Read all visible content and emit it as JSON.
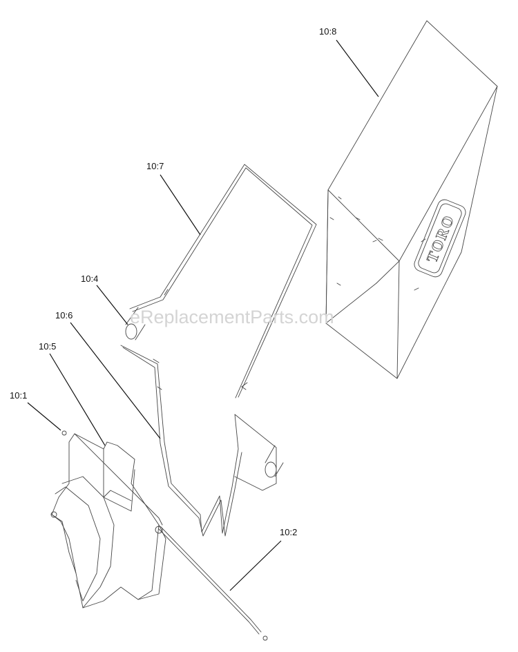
{
  "callouts": {
    "c10_8": "10:8",
    "c10_7": "10:7",
    "c10_4": "10:4",
    "c10_6": "10:6",
    "c10_5": "10:5",
    "c10_1": "10:1",
    "c10_2": "10:2"
  },
  "watermark": "eReplacementParts.com",
  "logo_text": "TORO"
}
